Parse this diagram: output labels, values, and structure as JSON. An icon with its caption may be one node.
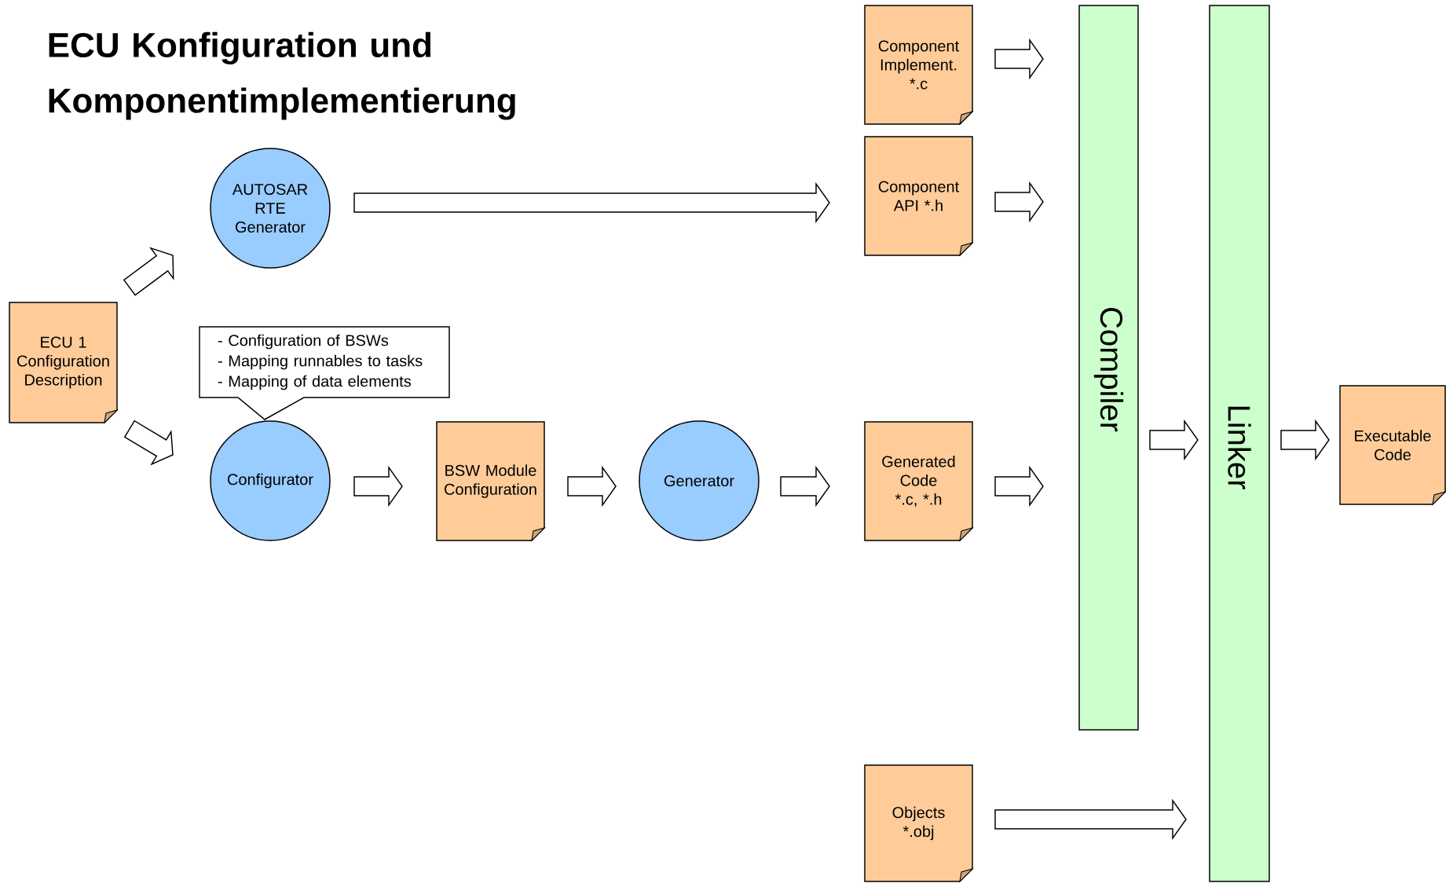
{
  "diagram": {
    "title": "ECU Konfiguration und Komponentimplementierung",
    "nodes": [
      {
        "text": [
          "ECU 1 Configuration Description"
        ]
      },
      {
        "text": [
          "AUTOSAR RTE Generator"
        ]
      },
      {
        "text": [
          "- Configuration of BSWs",
          "- Mapping runnables to tasks",
          "- Mapping of data elements"
        ]
      },
      {
        "text": [
          "Configurator"
        ]
      },
      {
        "text": [
          "BSW Module Configuration"
        ]
      },
      {
        "text": [
          "Generator"
        ]
      },
      {
        "text": [
          "Component Implement. *.c"
        ]
      },
      {
        "text": [
          "Component API *.h"
        ]
      },
      {
        "text": [
          "Generated Code *.c, *.h"
        ]
      },
      {
        "text": [
          "Objects *.obj"
        ]
      },
      {
        "text": [
          "Compiler"
        ]
      },
      {
        "text": [
          "Linker"
        ]
      },
      {
        "text": [
          "Executable Code"
        ]
      }
    ],
    "edges": [
      {
        "from": 0,
        "to": 1,
        "arrow": "to"
      },
      {
        "from": 0,
        "to": 3,
        "arrow": "to"
      },
      {
        "from": 1,
        "to": 7,
        "arrow": "to"
      },
      {
        "from": 3,
        "to": 4,
        "arrow": "to"
      },
      {
        "from": 4,
        "to": 5,
        "arrow": "to"
      },
      {
        "from": 5,
        "to": 8,
        "arrow": "to"
      },
      {
        "from": 6,
        "to": 10,
        "arrow": "to"
      },
      {
        "from": 7,
        "to": 10,
        "arrow": "to"
      },
      {
        "from": 8,
        "to": 10,
        "arrow": "to"
      },
      {
        "from": 10,
        "to": 11,
        "arrow": "to"
      },
      {
        "from": 11,
        "to": 12,
        "arrow": "to"
      },
      {
        "from": 9,
        "to": 11,
        "arrow": "to"
      }
    ]
  }
}
